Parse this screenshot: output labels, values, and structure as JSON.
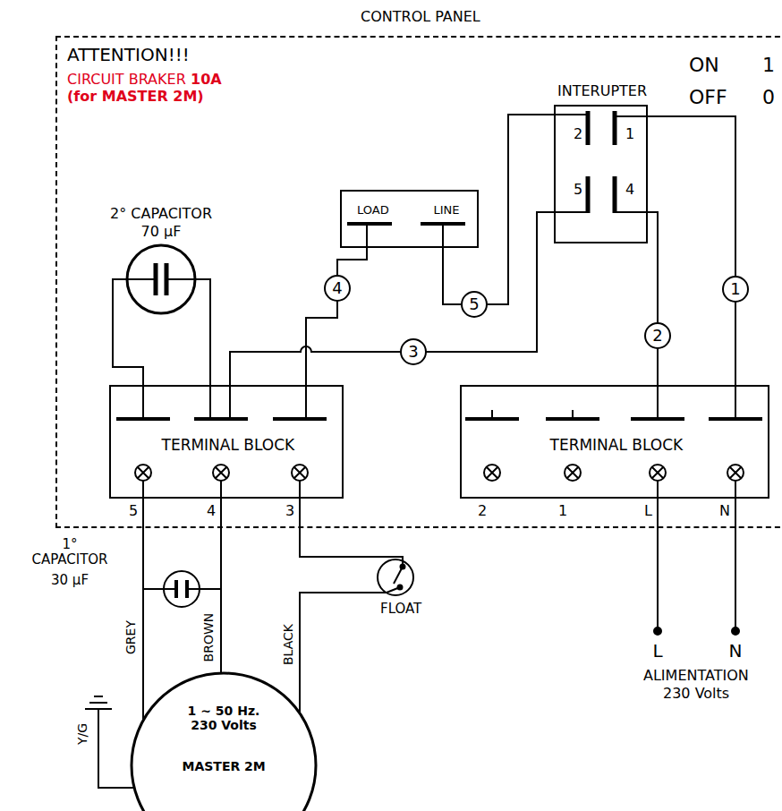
{
  "diagram": {
    "nodes": [
      {
        "text": [
          "CONTROL PANEL"
        ]
      },
      {
        "text": [
          "INTERUPTER",
          "2",
          "1",
          "5",
          "4"
        ],
        "in": 0
      },
      {
        "text": [
          "LOAD",
          "LINE"
        ],
        "in": 0
      },
      {
        "text": [
          "TERMINAL BLOCK"
        ],
        "in": 0
      },
      {
        "text": [
          "TERMINAL BLOCK"
        ],
        "in": 0
      },
      {
        "text": [
          "1 ~ 50 Hz. 230 Volts",
          "MASTER 2M"
        ]
      }
    ],
    "edges": [
      {
        "from": 1,
        "to": 4,
        "arrow": "none",
        "label": "1"
      },
      {
        "from": 1,
        "to": 4,
        "arrow": "none",
        "label": "2"
      },
      {
        "from": 1,
        "to": 3,
        "arrow": "none",
        "label": "3"
      },
      {
        "from": 2,
        "to": 3,
        "arrow": "none",
        "label": "4"
      },
      {
        "from": 2,
        "to": 1,
        "arrow": "none",
        "label": "5"
      }
    ],
    "labels": [
      "ATTENTION!!!",
      "CIRCUIT BRAKER",
      "10A",
      "(for MASTER 2M)",
      "ON",
      "1",
      "OFF",
      "0",
      "2° CAPACITOR",
      "70 µF",
      "5",
      "4",
      "3",
      "2",
      "1",
      "L",
      "N",
      "1° CAPACITOR",
      "30 µF",
      "GREY",
      "BROWN",
      "BLACK",
      "Y/G",
      "FLOAT",
      "L",
      "N",
      "ALIMENTATION",
      "230 Volts"
    ]
  }
}
